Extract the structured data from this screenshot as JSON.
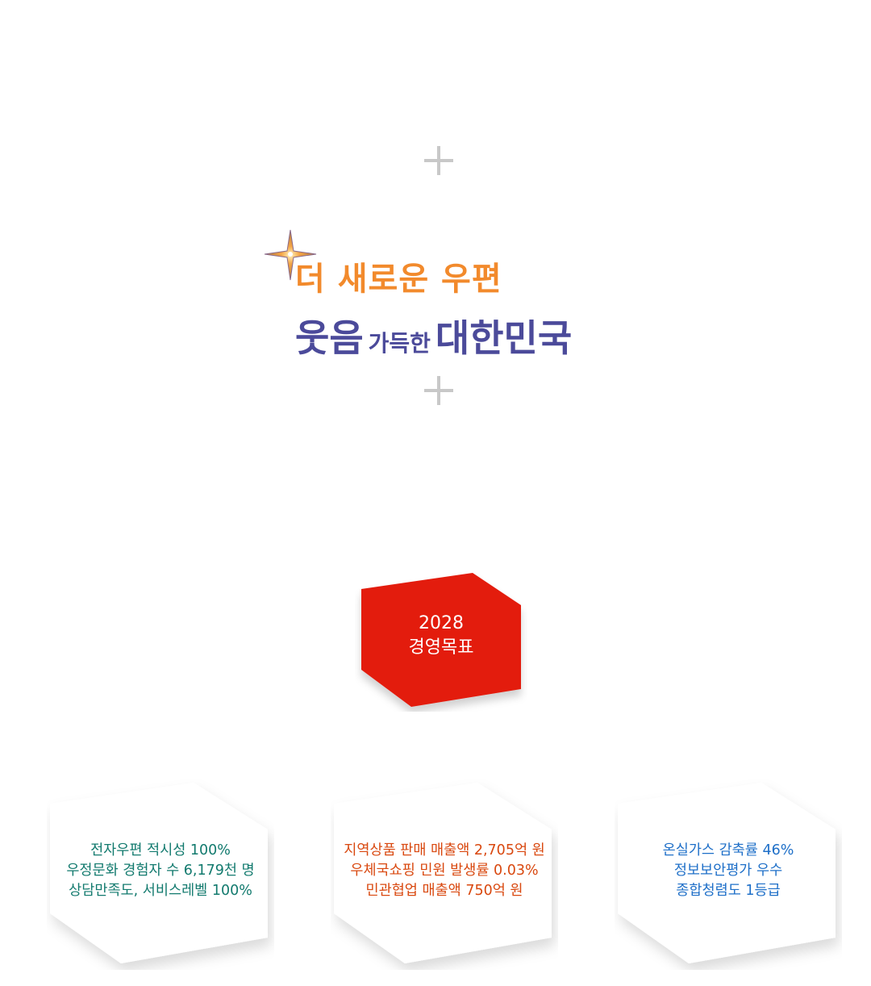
{
  "slogan": {
    "line1": "더 새로운 우편",
    "line2_big1": "웃음",
    "line2_small": "가득한",
    "line2_big2": "대한민국"
  },
  "goal": {
    "year": "2028",
    "label": "경영목표"
  },
  "cards": [
    {
      "lines": [
        "전자우편 적시성 100%",
        "우정문화 경험자 수 6,179천 명",
        "상담만족도, 서비스레벨 100%"
      ]
    },
    {
      "lines": [
        "지역상품 판매 매출액 2,705억 원",
        "우체국쇼핑 민원 발생률 0.03%",
        "민관협업 매출액 750억 원"
      ]
    },
    {
      "lines": [
        "온실가스 감축률 46%",
        "정보보안평가 우수",
        "종합청렴도 1등급"
      ]
    }
  ],
  "colors": {
    "slogan_orange": "#f28a2c",
    "slogan_purple": "#4b4a9a",
    "goal_red": "#e31b10",
    "card1_text": "#127a6e",
    "card2_text": "#d9480f",
    "card3_text": "#1e6fc8"
  },
  "icons": [
    "plus-icon",
    "sparkle-icon"
  ]
}
